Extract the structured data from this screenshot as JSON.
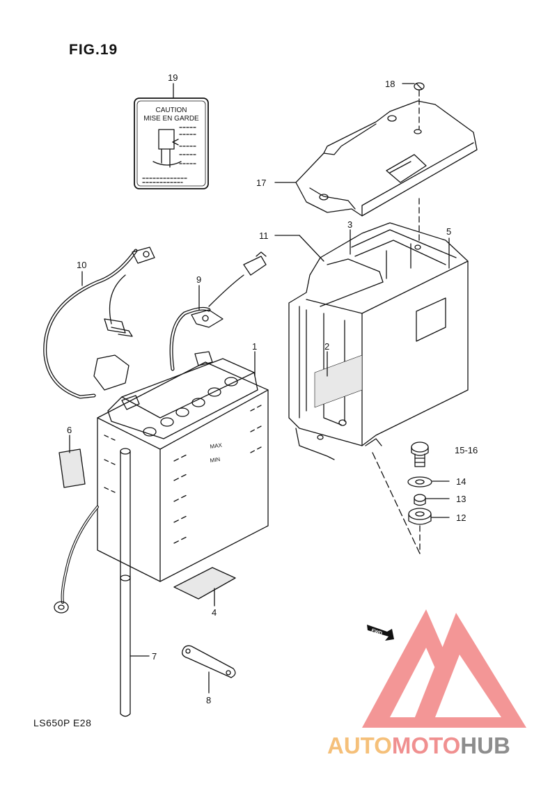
{
  "figure": {
    "title": "FIG.19",
    "model_code": "LS650P  E28"
  },
  "caution_label": {
    "line1": "CAUTION",
    "line2": "MISE EN GARDE"
  },
  "battery_marks": {
    "max": "MAX",
    "min": "MIN"
  },
  "fwd_label": "FWD",
  "callouts": [
    {
      "id": "c1",
      "text": "1"
    },
    {
      "id": "c2",
      "text": "2"
    },
    {
      "id": "c3",
      "text": "3"
    },
    {
      "id": "c4",
      "text": "4"
    },
    {
      "id": "c5",
      "text": "5"
    },
    {
      "id": "c6",
      "text": "6"
    },
    {
      "id": "c7",
      "text": "7"
    },
    {
      "id": "c8",
      "text": "8"
    },
    {
      "id": "c9",
      "text": "9"
    },
    {
      "id": "c10",
      "text": "10"
    },
    {
      "id": "c11",
      "text": "11"
    },
    {
      "id": "c12",
      "text": "12"
    },
    {
      "id": "c13",
      "text": "13"
    },
    {
      "id": "c14",
      "text": "14"
    },
    {
      "id": "c15",
      "text": "15-16"
    },
    {
      "id": "c17",
      "text": "17"
    },
    {
      "id": "c18",
      "text": "18"
    },
    {
      "id": "c19",
      "text": "19"
    }
  ],
  "watermark": {
    "part1": "AUTO",
    "part2": "MOTO",
    "part3": "HUB",
    "colors": {
      "auto": "#f5c07a",
      "moto": "#f09090",
      "hub": "#8d8d8d",
      "logo": "#f28b8b"
    }
  }
}
